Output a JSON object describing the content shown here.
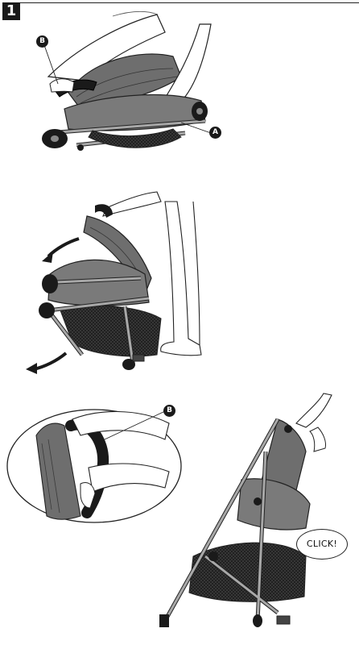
{
  "step": {
    "number": "1"
  },
  "callouts": {
    "panel1_b": "B",
    "panel1_a": "A",
    "panel3_b": "B"
  },
  "sound_effect": "CLICK!",
  "colors": {
    "ink": "#1a1a1a",
    "fabric": "#6e6e6e",
    "frame": "#9a9a9a",
    "mesh": "#2b2b2b"
  }
}
